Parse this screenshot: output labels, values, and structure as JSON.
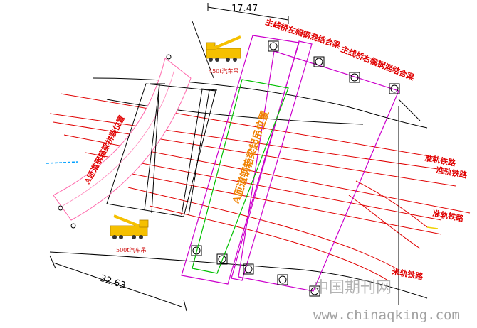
{
  "dimensions": {
    "top": "17.47",
    "bottom": "32.63"
  },
  "labels": {
    "main_left_girder": "主线桥左幅钢混结合梁",
    "main_right_girder": "主线桥右幅钢混结合梁",
    "a_ramp_assembly": "A匝道钢箱梁拼装位置",
    "a_ramp_erection": "A匝道钢箱梁起吊位置",
    "crane_450": "450t汽车吊",
    "crane_500": "500t汽车吊",
    "rail_1": "准轨铁路",
    "rail_2": "准轨铁路",
    "rail_3": "准轨铁路",
    "rail_4": "米轨铁路"
  },
  "watermark": {
    "cn": "中国期刊网",
    "url": "www.chinaqking.com"
  },
  "colors": {
    "rail": "#e00000",
    "girder": "#cc00cc",
    "ramp": "#00c000",
    "label_red": "#e00000",
    "label_orange": "#f08000",
    "crane": "#f5c000"
  }
}
